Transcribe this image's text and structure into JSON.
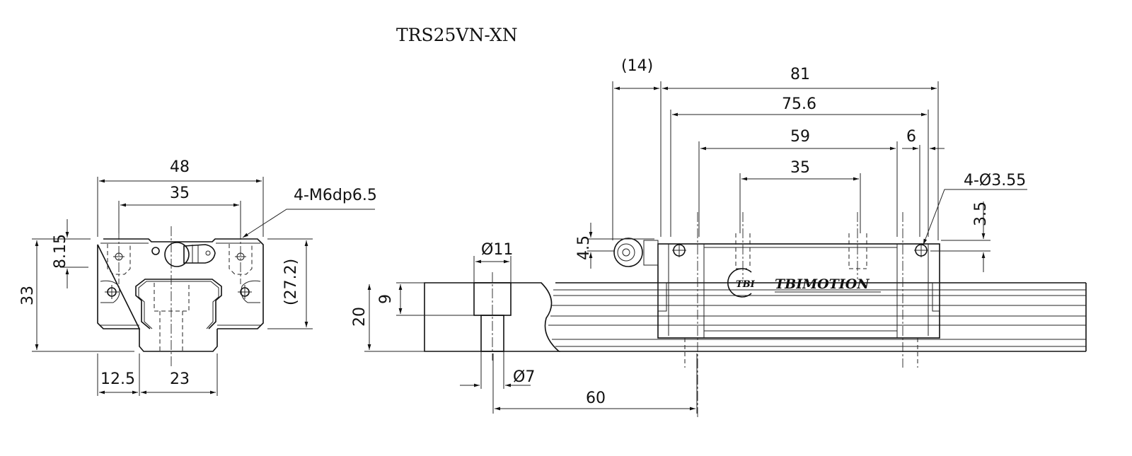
{
  "title": "TRS25VN-XN",
  "front_view": {
    "width": "48",
    "hole_pitch": "35",
    "tap_note": "4-M6dp6.5",
    "height": "33",
    "tap_offset": "8.15",
    "block_height": "(27.2)",
    "rail_offset": "12.5",
    "rail_width": "23"
  },
  "rail_section": {
    "counterbore_dia": "Ø11",
    "counterbore_depth": "9",
    "rail_height": "20",
    "hole_dia": "Ø7",
    "hole_pitch": "60"
  },
  "side_view": {
    "nipple_length": "(14)",
    "block_length": "81",
    "body_length": "75.6",
    "steel_length": "59",
    "seal_offset": "6",
    "hole_pitch": "35",
    "hole_note": "4-Ø3.55",
    "hole_height": "3.5",
    "nipple_height": "4.5"
  },
  "logo": {
    "brand": "TBIMOTION",
    "mark": "TBI"
  }
}
